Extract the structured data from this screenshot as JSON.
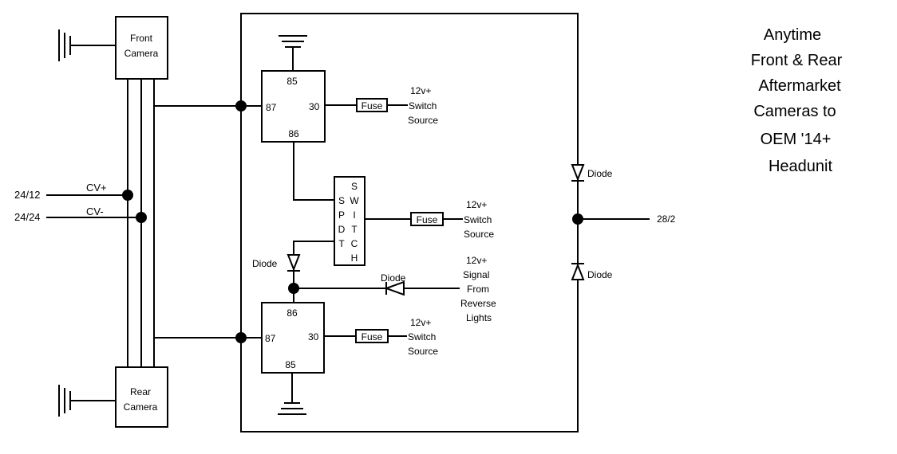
{
  "title_lines": [
    "Anytime",
    "Front & Rear",
    "Aftermarket",
    "Cameras to",
    "OEM '14+",
    "Headunit"
  ],
  "front_camera": [
    "Front",
    "Camera"
  ],
  "rear_camera": [
    "Rear",
    "Camera"
  ],
  "wires": {
    "cv_plus": "CV+",
    "cv_minus": "CV-",
    "pin_24_12": "24/12",
    "pin_24_24": "24/24",
    "pin_28_2": "28/2"
  },
  "relay_top": {
    "pin_85": "85",
    "pin_86": "86",
    "pin_87": "87",
    "pin_30": "30"
  },
  "relay_bottom": {
    "pin_85": "85",
    "pin_86": "86",
    "pin_87": "87",
    "pin_30": "30"
  },
  "fuse": "Fuse",
  "diode": "Diode",
  "switch_source": [
    "12v+",
    "Switch",
    "Source"
  ],
  "reverse_signal": [
    "12v+",
    "Signal",
    "From",
    "Reverse",
    "Lights"
  ],
  "spdt_left": [
    "S",
    "P",
    "D",
    "T"
  ],
  "spdt_right": [
    "S",
    "W",
    "I",
    "T",
    "C",
    "H"
  ]
}
